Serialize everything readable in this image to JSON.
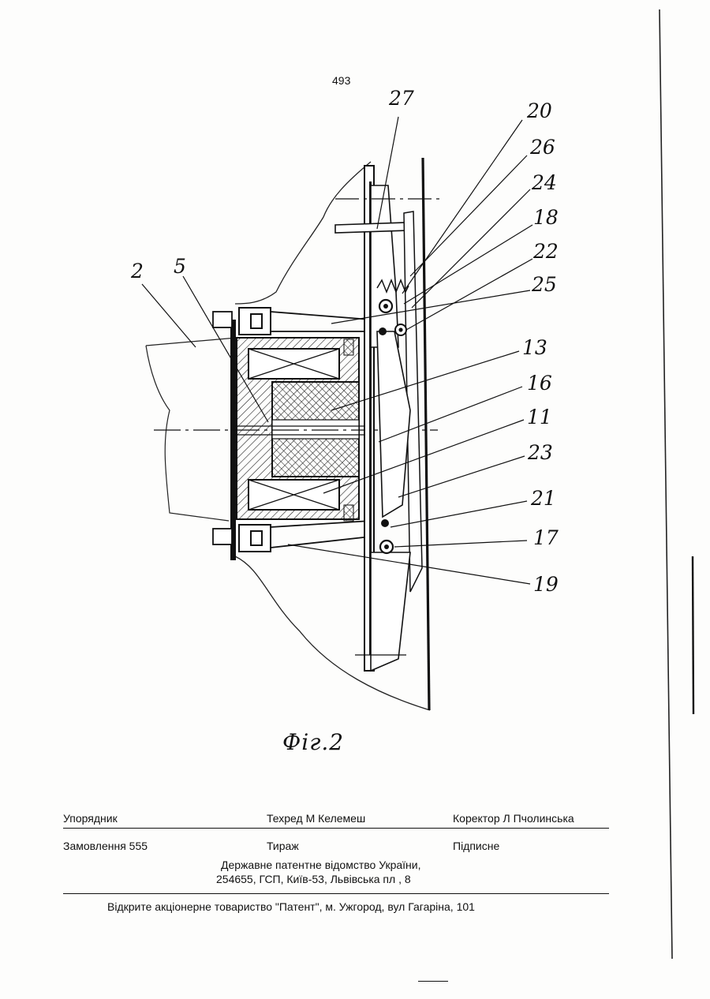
{
  "page_number": "493",
  "figure": {
    "caption": "Фіг.2",
    "callouts": [
      "27",
      "20",
      "26",
      "24",
      "18",
      "22",
      "25",
      "13",
      "16",
      "11",
      "23",
      "21",
      "17",
      "19",
      "2",
      "5"
    ]
  },
  "imprint": {
    "compiler": "Упорядник",
    "tech_editor": "Техред М  Келемеш",
    "corrector": "Коректор Л  Пчолинська",
    "order": "Замовлення 555",
    "circulation": "Тираж",
    "subscription": "Підписне",
    "office_line1": "Державне патентне відомство України,",
    "office_line2": "254655, ГСП, Київ-53, Львівська пл , 8",
    "publisher": "Відкрите акціонерне товариство \"Патент\", м. Ужгород, вул  Гагаріна, 101"
  }
}
